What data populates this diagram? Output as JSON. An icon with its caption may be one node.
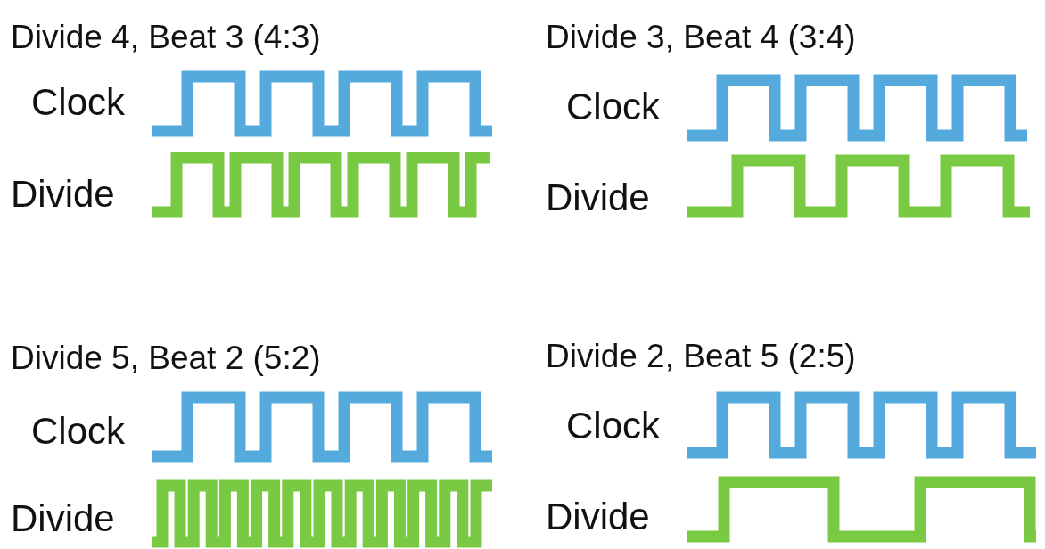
{
  "diagram": {
    "labels": [
      "Divide 4, Beat 3 (4:3)",
      "Divide 3, Beat 4 (3:4)",
      "Clock",
      "Clock",
      "Divide",
      "Divide",
      "Divide 5, Beat 2 (5:2)",
      "Divide 2, Beat 5 (2:5)",
      "Clock",
      "Clock",
      "Divide",
      "Divide"
    ]
  }
}
